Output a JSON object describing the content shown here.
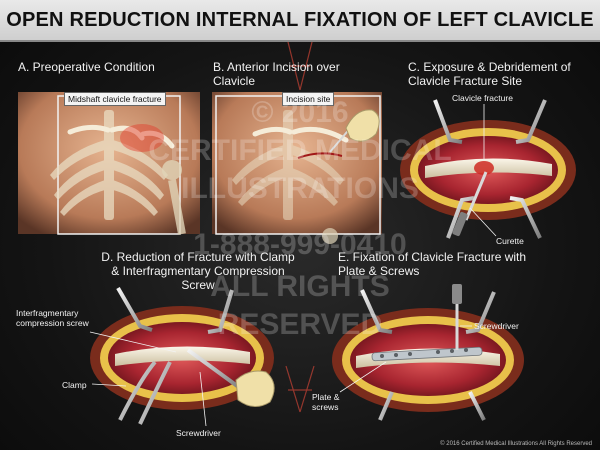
{
  "title": "OPEN REDUCTION INTERNAL FIXATION OF LEFT CLAVICLE",
  "panels": {
    "a": "A. Preoperative Condition",
    "b": "B. Anterior Incision over Clavicle",
    "c": "C. Exposure & Debridement of Clavicle Fracture Site",
    "d": "D. Reduction of Fracture with Clamp & Interfragmentary Compression Screw",
    "e": "E. Fixation of Clavicle Fracture with Plate & Screws"
  },
  "labels": {
    "midshaft": "Midshaft clavicle fracture",
    "incision": "Incision site",
    "clavicle_fracture": "Clavicle fracture",
    "curette": "Curette",
    "interfrag": "Interfragmentary compression screw",
    "clamp": "Clamp",
    "screwdriver_d": "Screwdriver",
    "screwdriver_e": "Screwdriver",
    "plate": "Plate & screws"
  },
  "watermark": {
    "line1": "© 2016",
    "line2": "CERTIFIED MEDICAL",
    "line3": "ILLUSTRATIONS",
    "line4": "1-888-999-0410",
    "line5": "ALL RIGHTS",
    "line6": "RESERVED"
  },
  "footer": "© 2016 Certified Medical Illustrations All Rights Reserved",
  "colors": {
    "skin": "#d9a07a",
    "tissue": "#b2303a",
    "bone": "#ece4d0",
    "fat": "#e8c14a",
    "glove": "#f0e0a8",
    "metal": "#c8c8c8"
  }
}
